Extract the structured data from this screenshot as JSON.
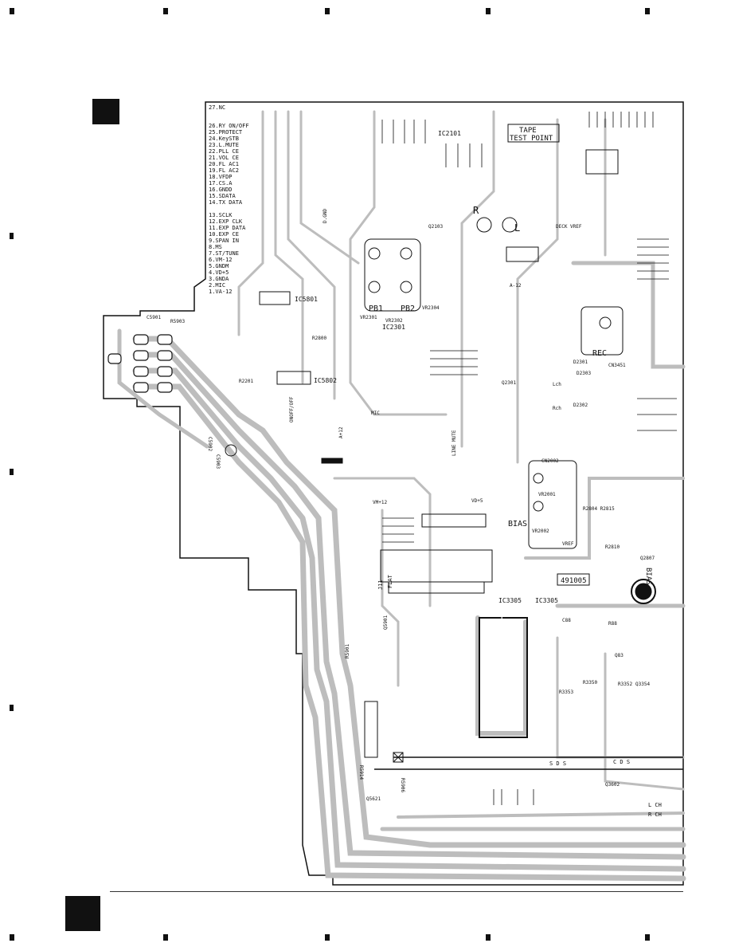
{
  "board": {
    "pin_list": [
      "27.NC",
      "26.RY ON/OFF",
      "25.PROTECT",
      "24.KeySTB",
      "23.L.MUTE",
      "22.PLL CE",
      "21.VOL CE",
      "20.FL AC1",
      "19.FL AC2",
      "18.VFDP",
      "17.CS.A",
      "16.GNDD",
      "15.SDATA",
      "14.TX DATA",
      "13.SCLK",
      "12.EXP CLK",
      "11.EXP DATA",
      "10.EXP CE",
      "9.SPAN IN",
      "8.MS",
      "7.ST/TUNE",
      "6.VM-12",
      "5.GNDM",
      "4.VD+5",
      "3.GNDA",
      "2.MIC",
      "1.VA-12"
    ],
    "labels": {
      "tape_test_point_1": "TAPE",
      "tape_test_point_2": "TEST POINT",
      "ic5801": "IC5801",
      "ic5802": "IC5802",
      "pb1": "PB1",
      "pb2": "PB2",
      "rec": "REC",
      "bias": "BIAS",
      "bias_c": "BIAS C",
      "ic3305": "IC3305",
      "ic3305b": "IC3305",
      "part_no": "491005",
      "ic2301": "IC2301",
      "ic2101": "IC2101",
      "vr2301": "VR2301",
      "vr2302": "VR2302",
      "vr2304": "VR2304",
      "vr2001": "VR2001",
      "vr2002": "VR2002",
      "cn2002": "CN2002",
      "cn3451": "CN3451",
      "j11": "J11",
      "flat": "FLAT",
      "vm12": "VM+12",
      "vd5": "VD+5",
      "line_mute": "LINE MUTE",
      "deck_vref": "DECK VREF",
      "vref": "VREF",
      "lch": "Lch",
      "rch": "Rch",
      "mic": "MIC",
      "dgnd": "D.GND",
      "l_ch": "L CH",
      "r_ch": "R CH",
      "letter_l": "L",
      "letter_r": "R",
      "sw_onoff": "ONOFF/OFF",
      "a12": "A+12",
      "ma12": "A-12",
      "q5901": "Q5901",
      "q5621": "Q5621",
      "q3602": "Q3602",
      "r5914": "R5914",
      "r5901": "R5901",
      "r5906": "R5906",
      "r2201": "R2201",
      "r2800": "R2800",
      "r5903": "R5903",
      "c5901": "C5901",
      "c5902": "C5902",
      "c5903": "C5903",
      "sds": "S D S",
      "cds": "C D S",
      "r2804": "R2804 R2815",
      "r2810": "R2810",
      "q2807": "Q2807",
      "q2103": "Q2103",
      "q2301": "Q2301",
      "d2301": "D2301",
      "d2303": "D2303",
      "d2302": "D2302",
      "c88": "C88",
      "r88": "R88",
      "q83": "Q83",
      "r3350": "R3350",
      "r3353": "R3353",
      "q3354": "Q3354",
      "r3352": "R3352"
    }
  }
}
